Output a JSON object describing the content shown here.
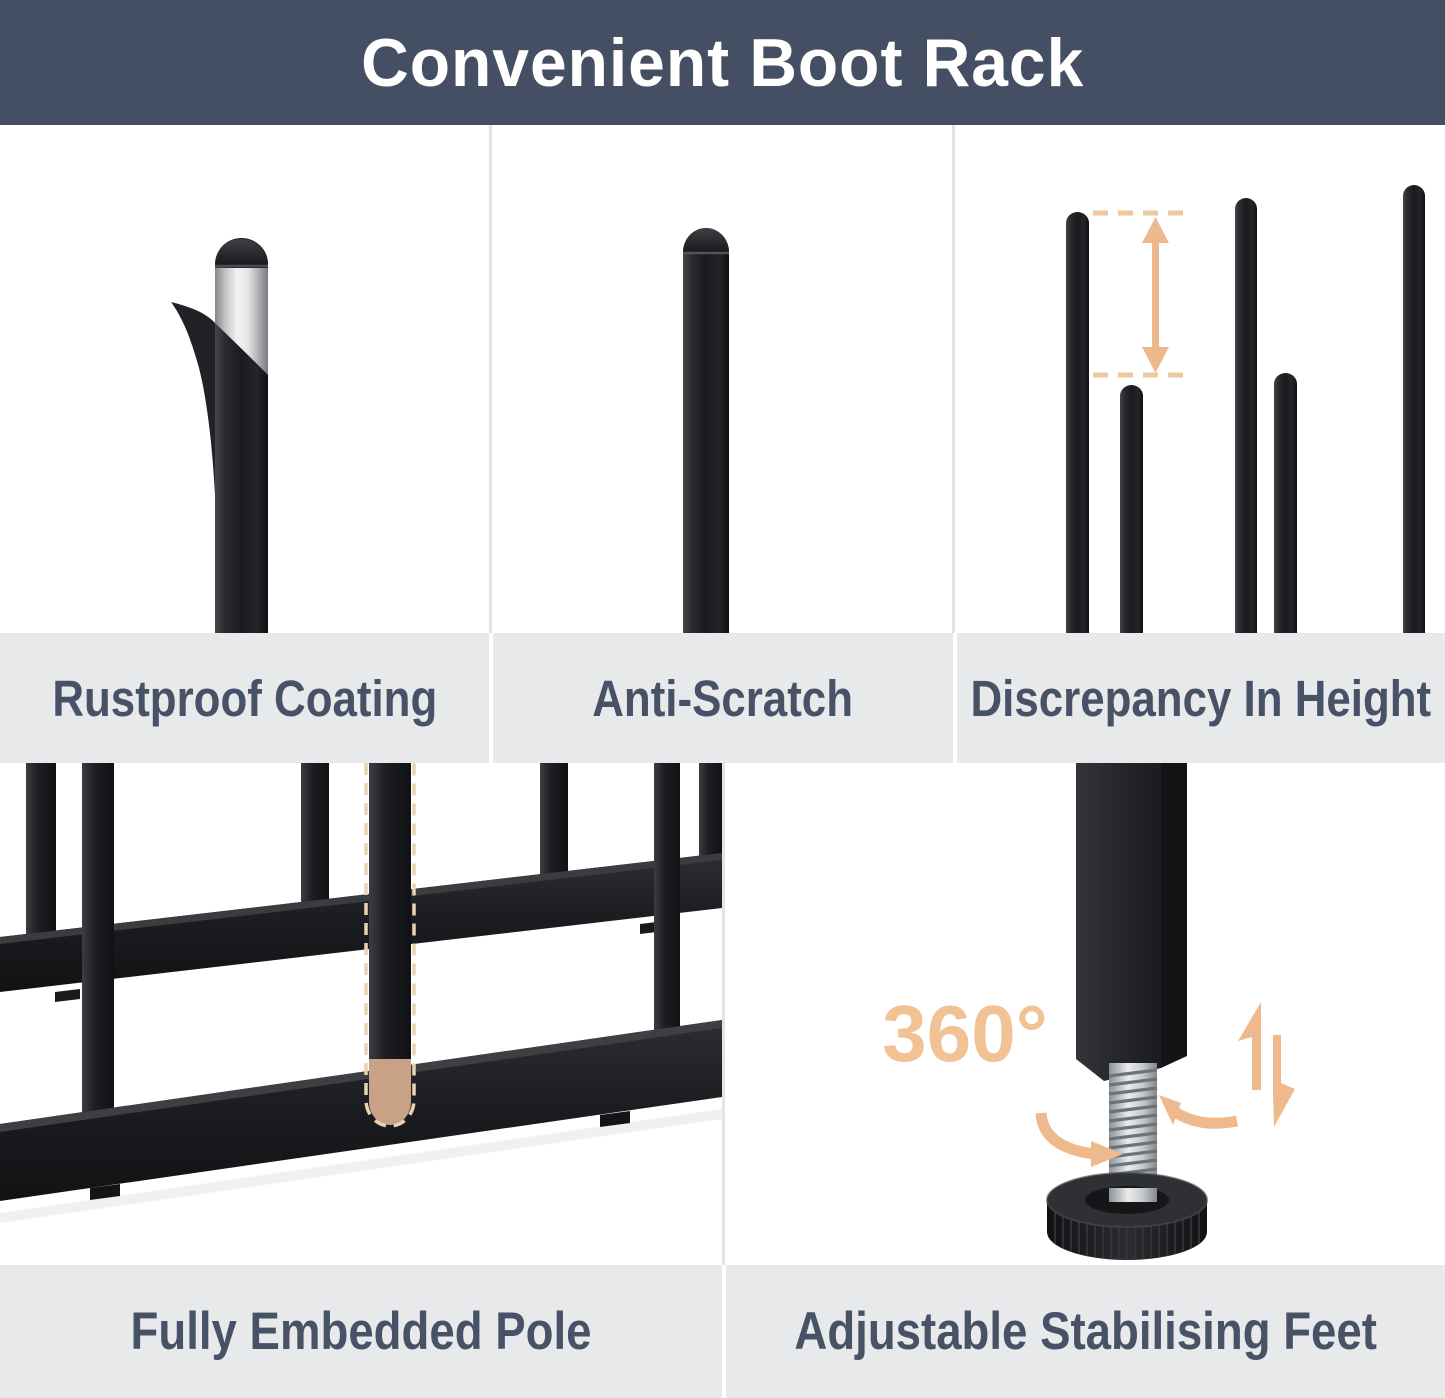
{
  "header": {
    "title": "Convenient Boot Rack"
  },
  "colors": {
    "header_bg": "#454f63",
    "label_band_bg": "#e8e9eb",
    "label_text": "#485266",
    "accent_orange": "#eebc90",
    "embedded_tip_tan": "#c9a184",
    "pole_black": "#1b1c1f",
    "metal_silver": "#d9dadc"
  },
  "top_features": [
    {
      "label": "Rustproof Coating",
      "illustration": "pole-with-peeling-coating-over-steel"
    },
    {
      "label": "Anti-Scratch",
      "illustration": "straight-capped-pole"
    },
    {
      "label": "Discrepancy In Height",
      "illustration": "five-poles-different-heights",
      "annotation_icon": "height-difference-double-arrow"
    }
  ],
  "bottom_features": [
    {
      "label": "Fully Embedded Pole",
      "illustration": "rack-frame-with-highlighted-embedded-pole"
    },
    {
      "label": "Adjustable Stabilising Feet",
      "illustration": "leveling-foot-with-threaded-screw",
      "annotation": "360°",
      "annotation_icons": "rotation-arrows-and-up-down-arrows"
    }
  ]
}
